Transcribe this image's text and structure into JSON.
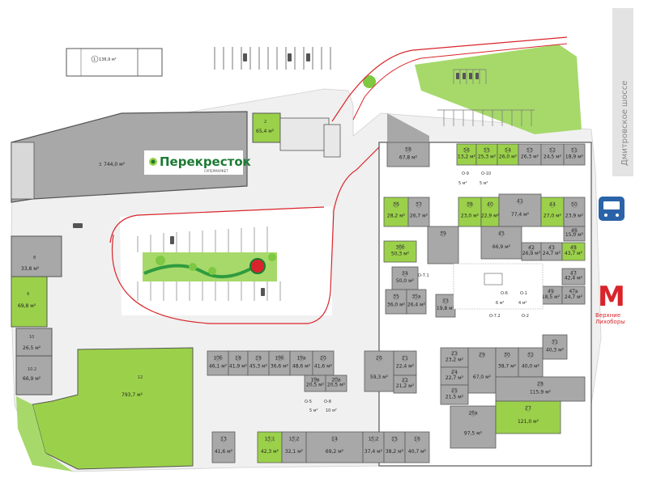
{
  "brand": {
    "name": "Перекресток",
    "subtitle": "СУПЕРМАРКЕТ",
    "color": "#1c7a33"
  },
  "road": {
    "name": "Дмитровское шоссе"
  },
  "metro": {
    "letter": "М",
    "name_line1": "Верхние",
    "name_line2": "Лихоборы",
    "color": "#d9242b"
  },
  "colors": {
    "occupied": "#a8a8a8",
    "free": "#9bd14a",
    "wall": "#5b5b5b",
    "route": "#d9242b",
    "green": "#a6d96a",
    "building": "#e6e6e6"
  },
  "icons": {
    "bus": "bus-icon",
    "metro": "metro-icon",
    "tree": "tree-icon",
    "fountain": "fountain-icon"
  },
  "units": [
    {
      "num": "1",
      "area": "136,9 м²",
      "status": "outline"
    },
    {
      "num": "2",
      "area": "65,4 м²",
      "status": "free"
    },
    {
      "num": "3",
      "area": "744,0 м²",
      "status": "occupied"
    },
    {
      "num": "8",
      "area": "33,8 м²",
      "status": "occupied"
    },
    {
      "num": "9",
      "area": "69,8 м²",
      "status": "free"
    },
    {
      "num": "10",
      "area": "26,5 м²",
      "status": "occupied"
    },
    {
      "num": "10.2",
      "area": "66,9 м²",
      "status": "occupied"
    },
    {
      "num": "12",
      "area": "793,7 м²",
      "status": "free"
    },
    {
      "num": "58",
      "area": "67,8 м²",
      "status": "occupied"
    },
    {
      "num": "56",
      "area": "13,2 м²",
      "status": "free"
    },
    {
      "num": "55",
      "area": "25,3 м²",
      "status": "free"
    },
    {
      "num": "54",
      "area": "26,0 м²",
      "status": "free"
    },
    {
      "num": "53",
      "area": "26,3 м²",
      "status": "occupied"
    },
    {
      "num": "52",
      "area": "24,5 м²",
      "status": "occupied"
    },
    {
      "num": "51",
      "area": "18,9 м²",
      "status": "occupied"
    },
    {
      "num": "36",
      "area": "28,2 м²",
      "status": "free"
    },
    {
      "num": "37",
      "area": "26,7 м²",
      "status": "occupied"
    },
    {
      "num": "38",
      "area": "23,0 м²",
      "status": "free"
    },
    {
      "num": "40",
      "area": "22,9 м²",
      "status": "free"
    },
    {
      "num": "41",
      "area": "77,4 м²",
      "status": "occupied"
    },
    {
      "num": "44",
      "area": "27,0 м²",
      "status": "free"
    },
    {
      "num": "50",
      "area": "23,9 м²",
      "status": "occupied"
    },
    {
      "num": "46",
      "area": "15,0 м²",
      "status": "occupied"
    },
    {
      "num": "45",
      "area": "66,9 м²",
      "status": "occupied"
    },
    {
      "num": "42",
      "area": "26,9 м²",
      "status": "occupied"
    },
    {
      "num": "43",
      "area": "24,7 м²",
      "status": "occupied"
    },
    {
      "num": "48",
      "area": "43,7 м²",
      "status": "free"
    },
    {
      "num": "36б",
      "area": "50,3 м²",
      "status": "free"
    },
    {
      "num": "34",
      "area": "50,0 м²",
      "status": "occupied"
    },
    {
      "num": "35",
      "area": "36,0 м²",
      "status": "occupied"
    },
    {
      "num": "35а",
      "area": "26,4 м²",
      "status": "occupied"
    },
    {
      "num": "33",
      "area": "19,8 м²",
      "status": "occupied"
    },
    {
      "num": "47",
      "area": "42,4 м²",
      "status": "occupied"
    },
    {
      "num": "49",
      "area": "18,5 м²",
      "status": "occupied"
    },
    {
      "num": "47а",
      "area": "24,7 м²",
      "status": "occupied"
    },
    {
      "num": "10б",
      "area": "46,1 м²",
      "status": "occupied"
    },
    {
      "num": "18",
      "area": "41,9 м²",
      "status": "occupied"
    },
    {
      "num": "19",
      "area": "45,3 м²",
      "status": "occupied"
    },
    {
      "num": "19б",
      "area": "36,6 м²",
      "status": "occupied"
    },
    {
      "num": "19а",
      "area": "48,6 м²",
      "status": "occupied"
    },
    {
      "num": "20",
      "area": "41,6 м²",
      "status": "occupied"
    },
    {
      "num": "21",
      "area": "22,4 м²",
      "status": "occupied"
    },
    {
      "num": "26",
      "area": "59,3 м²",
      "status": "occupied"
    },
    {
      "num": "22",
      "area": "21,2 м²",
      "status": "occupied"
    },
    {
      "num": "19в",
      "area": "20,5 м²",
      "status": "occupied"
    },
    {
      "num": "20а",
      "area": "20,5 м²",
      "status": "occupied"
    },
    {
      "num": "23",
      "area": "23,2 м²",
      "status": "occupied"
    },
    {
      "num": "24",
      "area": "22,7 м²",
      "status": "occupied"
    },
    {
      "num": "25",
      "area": "21,5 м²",
      "status": "occupied"
    },
    {
      "num": "29",
      "area": "67,0 м²",
      "status": "occupied"
    },
    {
      "num": "30",
      "area": "38,7 м²",
      "status": "occupied"
    },
    {
      "num": "31",
      "area": "40,3 м²",
      "status": "occupied"
    },
    {
      "num": "32",
      "area": "40,0 м²",
      "status": "occupied"
    },
    {
      "num": "28",
      "area": "115,9 м²",
      "status": "occupied"
    },
    {
      "num": "26а",
      "area": "97,5 м²",
      "status": "occupied"
    },
    {
      "num": "27",
      "area": "121,0 м²",
      "status": "free"
    },
    {
      "num": "13",
      "area": "41,6 м²",
      "status": "occupied"
    },
    {
      "num": "13.1",
      "area": "42,3 м²",
      "status": "free"
    },
    {
      "num": "13.2",
      "area": "32,1 м²",
      "status": "occupied"
    },
    {
      "num": "14",
      "area": "69,2 м²",
      "status": "occupied"
    },
    {
      "num": "15.2",
      "area": "37,4 м²",
      "status": "occupied"
    },
    {
      "num": "15",
      "area": "38,2 м²",
      "status": "occupied"
    },
    {
      "num": "16",
      "area": "40,7 м²",
      "status": "occupied"
    },
    {
      "num": "39",
      "area": "",
      "status": "occupied"
    }
  ],
  "wc_labels": [
    {
      "text": "О-9"
    },
    {
      "text": "О-10"
    },
    {
      "text": "5 м²"
    },
    {
      "text": "5 м²"
    },
    {
      "text": "О-6"
    },
    {
      "text": "О-1"
    },
    {
      "text": "6 м²"
    },
    {
      "text": "4 м²"
    },
    {
      "text": "О-7.2"
    },
    {
      "text": "О-2"
    },
    {
      "text": "О-7.1"
    },
    {
      "text": "О-5"
    },
    {
      "text": "О-8"
    },
    {
      "text": "5 м²"
    },
    {
      "text": "10 м²"
    }
  ]
}
